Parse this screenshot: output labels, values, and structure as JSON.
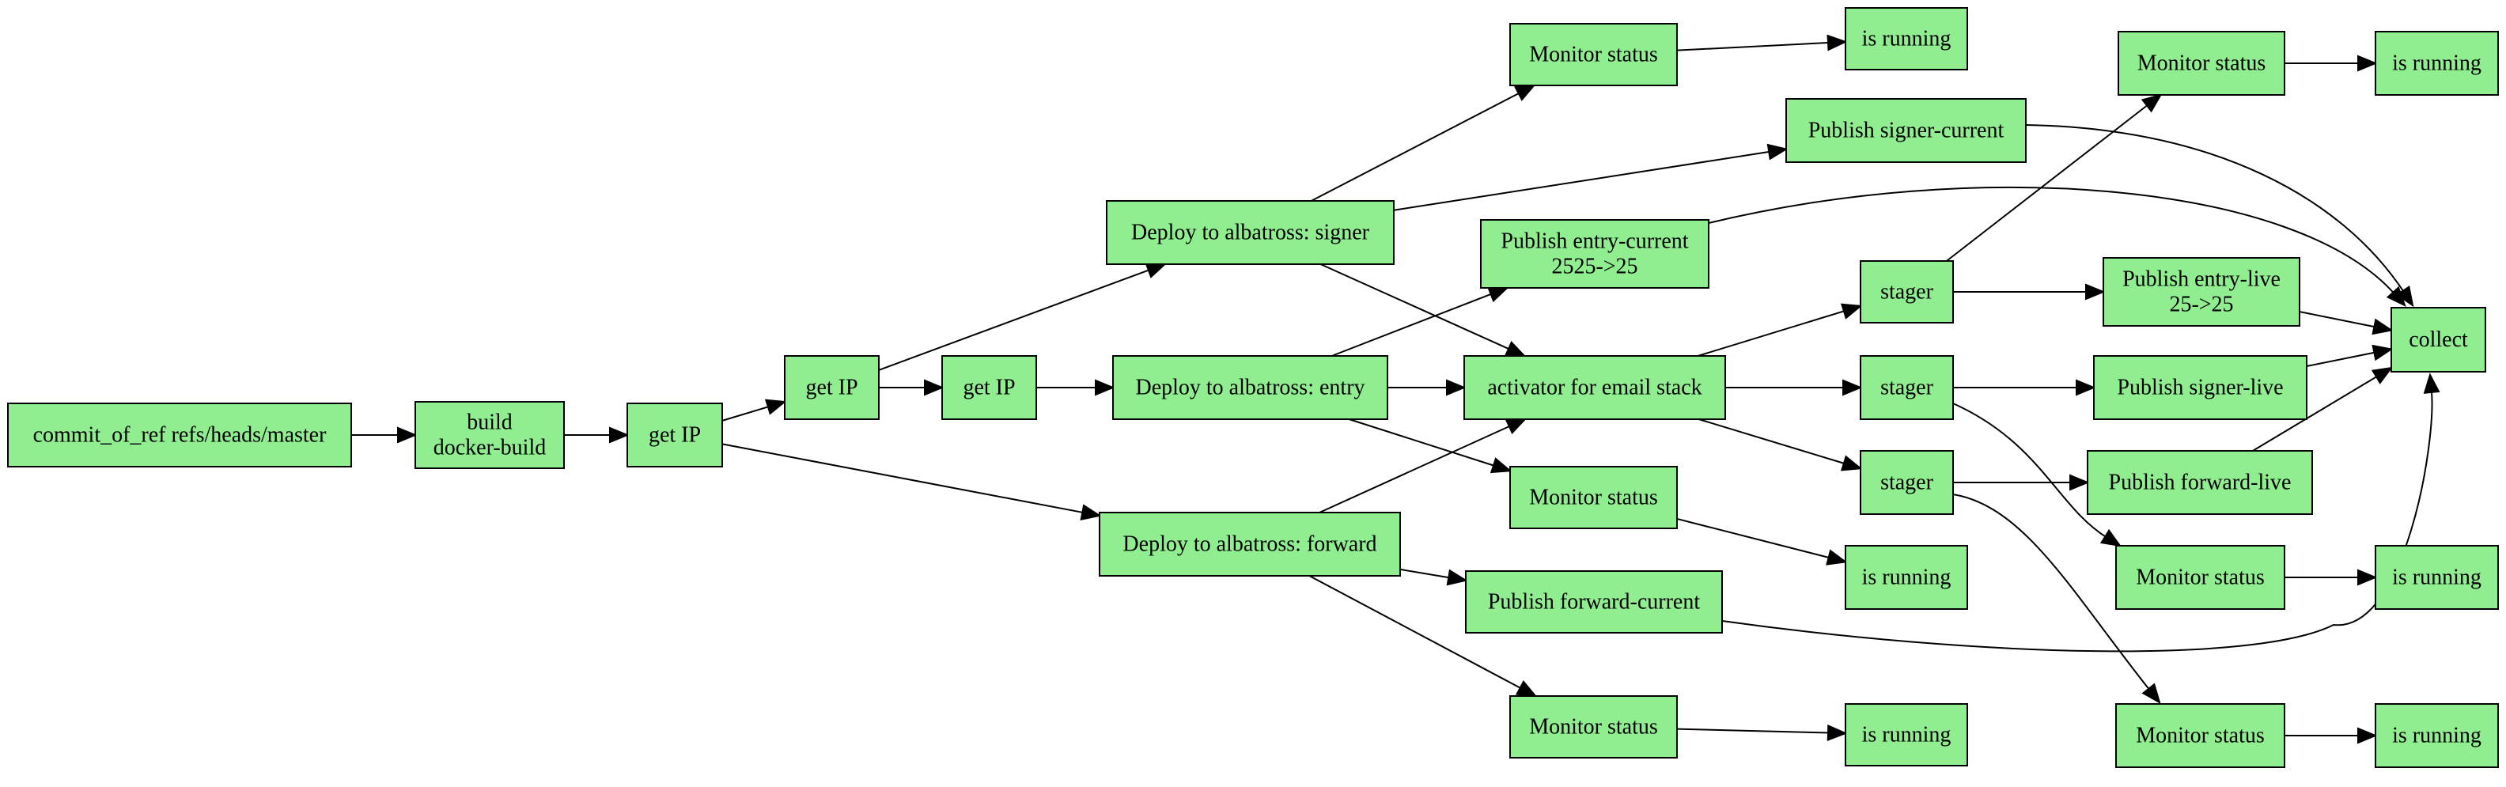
{
  "graph": {
    "nodes": [
      {
        "id": "commit",
        "lines": [
          "commit_of_ref refs/heads/master"
        ]
      },
      {
        "id": "build",
        "lines": [
          "build",
          "docker-build"
        ]
      },
      {
        "id": "getip1",
        "lines": [
          "get IP"
        ]
      },
      {
        "id": "getip2",
        "lines": [
          "get IP"
        ]
      },
      {
        "id": "getip3",
        "lines": [
          "get IP"
        ]
      },
      {
        "id": "dep_signer",
        "lines": [
          "Deploy to albatross: signer"
        ]
      },
      {
        "id": "dep_entry",
        "lines": [
          "Deploy to albatross: entry"
        ]
      },
      {
        "id": "dep_forward",
        "lines": [
          "Deploy to albatross: forward"
        ]
      },
      {
        "id": "mon_signer",
        "lines": [
          "Monitor status"
        ]
      },
      {
        "id": "pub_signer_cur",
        "lines": [
          "Publish signer-current"
        ]
      },
      {
        "id": "pub_entry_cur",
        "lines": [
          "Publish entry-current",
          "2525->25"
        ]
      },
      {
        "id": "activator",
        "lines": [
          "activator for email stack"
        ]
      },
      {
        "id": "mon_entry",
        "lines": [
          "Monitor status"
        ]
      },
      {
        "id": "pub_forward_cur",
        "lines": [
          "Publish forward-current"
        ]
      },
      {
        "id": "mon_forward",
        "lines": [
          "Monitor status"
        ]
      },
      {
        "id": "run_signer",
        "lines": [
          "is running"
        ]
      },
      {
        "id": "stager1",
        "lines": [
          "stager"
        ]
      },
      {
        "id": "stager2",
        "lines": [
          "stager"
        ]
      },
      {
        "id": "stager3",
        "lines": [
          "stager"
        ]
      },
      {
        "id": "run_entry",
        "lines": [
          "is running"
        ]
      },
      {
        "id": "run_forward",
        "lines": [
          "is running"
        ]
      },
      {
        "id": "mon_s1",
        "lines": [
          "Monitor status"
        ]
      },
      {
        "id": "pub_entry_live",
        "lines": [
          "Publish entry-live",
          "25->25"
        ]
      },
      {
        "id": "pub_signer_live",
        "lines": [
          "Publish signer-live"
        ]
      },
      {
        "id": "pub_forward_live",
        "lines": [
          "Publish forward-live"
        ]
      },
      {
        "id": "mon_s2",
        "lines": [
          "Monitor status"
        ]
      },
      {
        "id": "mon_s3",
        "lines": [
          "Monitor status"
        ]
      },
      {
        "id": "run_s1",
        "lines": [
          "is running"
        ]
      },
      {
        "id": "run_s2",
        "lines": [
          "is running"
        ]
      },
      {
        "id": "run_s3",
        "lines": [
          "is running"
        ]
      },
      {
        "id": "collect",
        "lines": [
          "collect"
        ]
      }
    ],
    "edges": [
      [
        "commit",
        "build"
      ],
      [
        "build",
        "getip1"
      ],
      [
        "getip1",
        "getip2"
      ],
      [
        "getip1",
        "dep_forward"
      ],
      [
        "getip2",
        "getip3"
      ],
      [
        "getip2",
        "dep_signer"
      ],
      [
        "getip3",
        "dep_entry"
      ],
      [
        "dep_signer",
        "mon_signer"
      ],
      [
        "dep_signer",
        "pub_signer_cur"
      ],
      [
        "dep_signer",
        "activator"
      ],
      [
        "dep_entry",
        "pub_entry_cur"
      ],
      [
        "dep_entry",
        "activator"
      ],
      [
        "dep_entry",
        "mon_entry"
      ],
      [
        "dep_forward",
        "activator"
      ],
      [
        "dep_forward",
        "pub_forward_cur"
      ],
      [
        "dep_forward",
        "mon_forward"
      ],
      [
        "mon_signer",
        "run_signer"
      ],
      [
        "mon_entry",
        "run_entry"
      ],
      [
        "mon_forward",
        "run_forward"
      ],
      [
        "activator",
        "stager1"
      ],
      [
        "activator",
        "stager2"
      ],
      [
        "activator",
        "stager3"
      ],
      [
        "stager1",
        "mon_s1"
      ],
      [
        "stager1",
        "pub_entry_live"
      ],
      [
        "stager2",
        "pub_signer_live"
      ],
      [
        "stager2",
        "mon_s2"
      ],
      [
        "stager3",
        "pub_forward_live"
      ],
      [
        "stager3",
        "mon_s3"
      ],
      [
        "mon_s1",
        "run_s1"
      ],
      [
        "mon_s2",
        "run_s2"
      ],
      [
        "mon_s3",
        "run_s3"
      ],
      [
        "pub_signer_cur",
        "collect"
      ],
      [
        "pub_entry_cur",
        "collect"
      ],
      [
        "pub_entry_live",
        "collect"
      ],
      [
        "pub_signer_live",
        "collect"
      ],
      [
        "pub_forward_live",
        "collect"
      ],
      [
        "pub_forward_cur",
        "collect"
      ]
    ]
  }
}
